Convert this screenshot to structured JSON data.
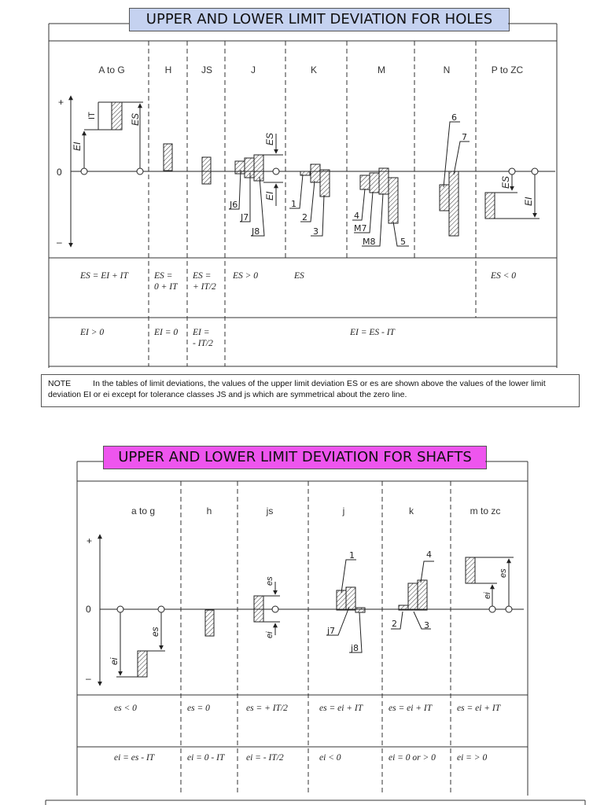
{
  "holes": {
    "title": "UPPER AND LOWER LIMIT DEVIATION FOR HOLES",
    "title_bg": "#c5d2f0",
    "columns": [
      "A to G",
      "H",
      "JS",
      "J",
      "K",
      "M",
      "N",
      "P to ZC"
    ],
    "axis": {
      "plus": "+",
      "zero": "0",
      "minus": "–"
    },
    "diagram_labels": {
      "it": "IT",
      "ei": "EI",
      "es": "ES",
      "j_es": "ES",
      "j_ei": "EI",
      "p_es": "ES",
      "p_ei": "EI",
      "j6": "J6",
      "j7": "J7",
      "j8": "J8",
      "k1": "1",
      "k2": "2",
      "k3": "3",
      "m4": "4",
      "m7": "M7",
      "m8": "M8",
      "m5": "5",
      "n6": "6",
      "n7": "7"
    },
    "es_row": {
      "a_g": "ES = EI + IT",
      "h": "ES =\n0 + IT",
      "js": "ES =\n+ IT/2",
      "j": "ES > 0",
      "k": "ES",
      "p_zc": "ES < 0"
    },
    "ei_row": {
      "a_g": "EI > 0",
      "h": "EI = 0",
      "js": "EI =\n- IT/2",
      "j_n": "EI = ES - IT"
    },
    "note": {
      "label": "NOTE",
      "text": "In the tables of limit deviations, the values of the upper limit deviation ES or es are shown above the values of the lower limit deviation EI or ei except for tolerance classes JS and js which are symmetrical about the zero line."
    }
  },
  "shafts": {
    "title": "UPPER AND LOWER LIMIT DEVIATION FOR SHAFTS",
    "title_bg": "#ee55ee",
    "columns": [
      "a to g",
      "h",
      "js",
      "j",
      "k",
      "m to zc"
    ],
    "axis": {
      "plus": "+",
      "zero": "0",
      "minus": "–"
    },
    "diagram_labels": {
      "ei": "ei",
      "es": "es",
      "js_es": "es",
      "js_ei": "ei",
      "j1": "1",
      "j7": "j7",
      "j8": "j8",
      "k2": "2",
      "k3": "3",
      "k4": "4",
      "m_es": "es",
      "m_ei": "ei"
    },
    "es_row": {
      "a_g": "es < 0",
      "h": "es = 0",
      "js": "es = + IT/2",
      "j": "es = ei + IT",
      "k": "es = ei + IT",
      "m_zc": "es = ei + IT"
    },
    "ei_row": {
      "a_g": "ei = es - IT",
      "h": "ei = 0 - IT",
      "js": "ei = - IT/2",
      "j": "ei < 0",
      "k": "ei = 0 or > 0",
      "m_zc": "ei = > 0"
    }
  }
}
